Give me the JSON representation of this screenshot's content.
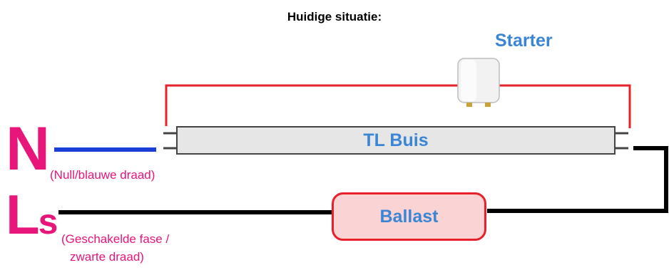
{
  "title": "Huidige situatie:",
  "starter": {
    "label": "Starter"
  },
  "tube": {
    "label": "TL Buis"
  },
  "ballast": {
    "label": "Ballast"
  },
  "neutral": {
    "letter": "N",
    "note": "(Null/blauwe draad)"
  },
  "switched_phase": {
    "letter_main": "L",
    "letter_sub": "s",
    "note_line1": "(Geschakelde fase /",
    "note_line2": "zwarte draad)"
  },
  "colors": {
    "red_wire": "#e8202a",
    "blue_wire": "#1a3fd6",
    "black_wire": "#000000",
    "pink_text": "#e8157a",
    "blue_text": "#3a86d4"
  }
}
